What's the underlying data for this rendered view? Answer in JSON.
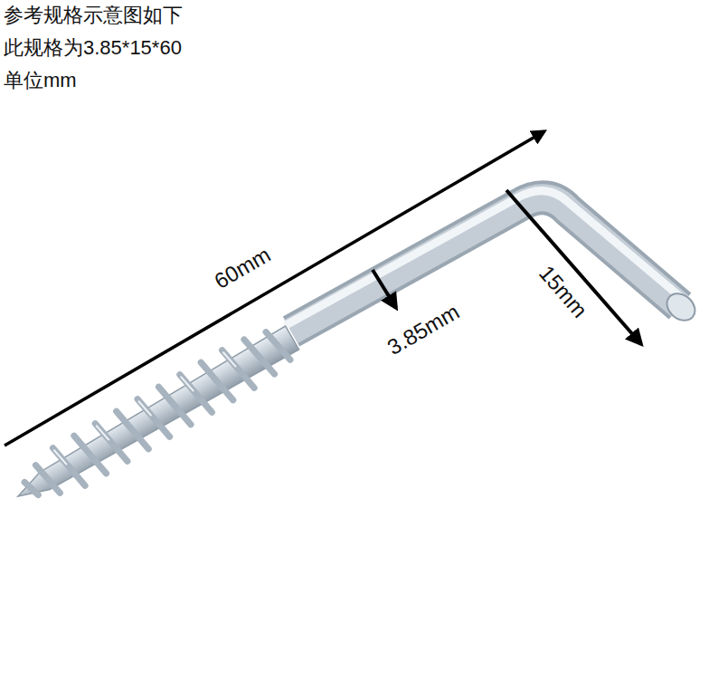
{
  "diagram": {
    "labels": [
      "参考规格示意图如下",
      "此规格为3.85*15*60",
      "单位mm",
      "60mm",
      "3.85mm",
      "15mm"
    ]
  }
}
